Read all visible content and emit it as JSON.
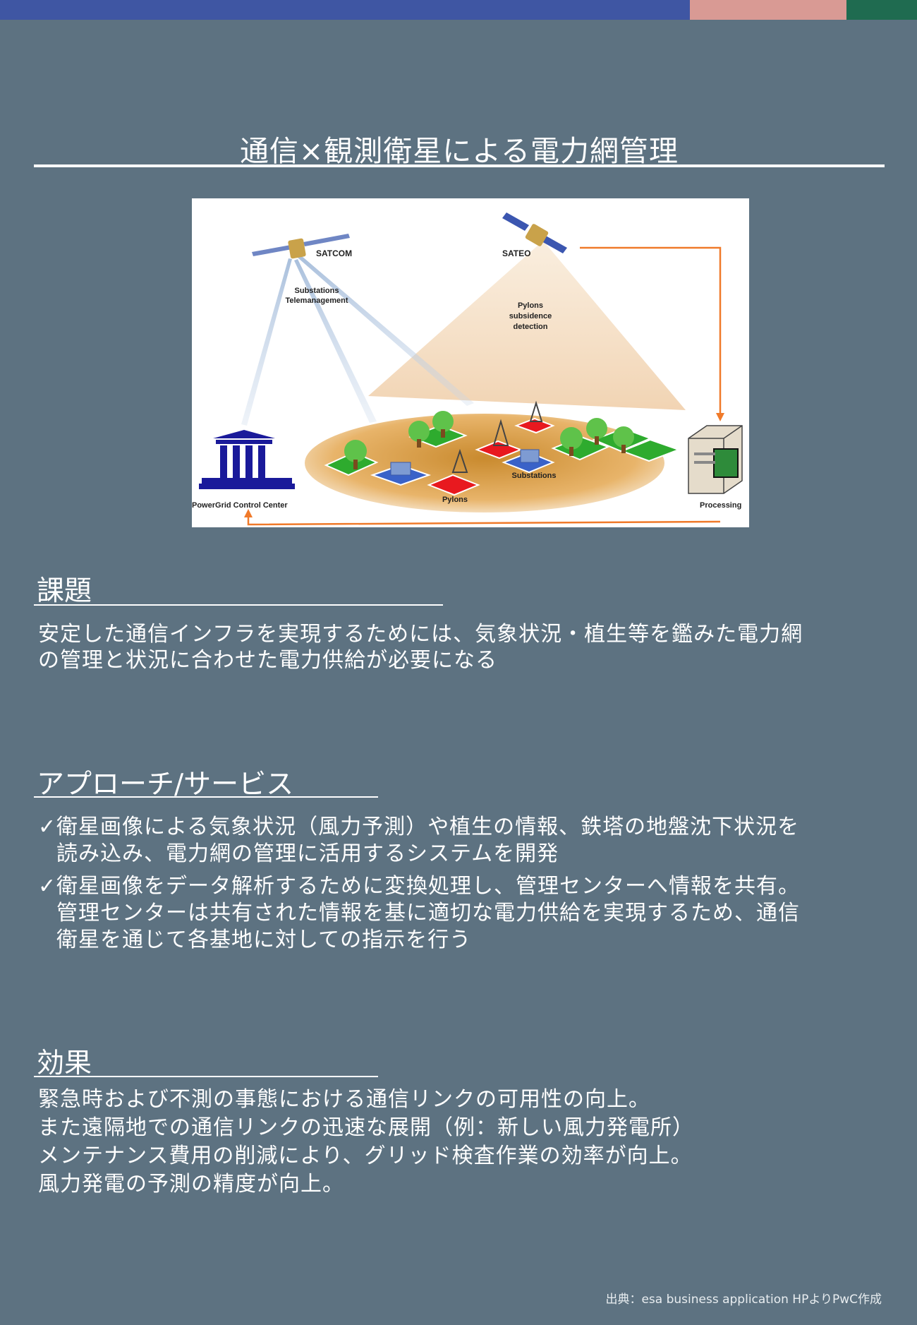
{
  "colors": {
    "background": "#5d7281",
    "bar_blue": "#3f56a3",
    "bar_pink": "#d99a94",
    "bar_green": "#1f6b50",
    "orange_arrow": "#f07a2a"
  },
  "title": "通信×観測衛星による電力網管理",
  "figure": {
    "satcom": "SATCOM",
    "sateo": "SATEO",
    "substations_tele_1": "Substations",
    "substations_tele_2": "Telemanagement",
    "pylons_1": "Pylons",
    "pylons_2": "subsidence",
    "pylons_3": "detection",
    "control_center": "PowerGrid Control Center",
    "processing": "Processing",
    "substations": "Substations",
    "pylons": "Pylons"
  },
  "challenge": {
    "heading": "課題",
    "lines": [
      "安定した通信インフラを実現するためには、気象状況・植生等を鑑みた電力網",
      "の管理と状況に合わせた電力供給が必要になる"
    ]
  },
  "approach": {
    "heading": "アプローチ/サービス",
    "check": "✓",
    "bullet1": [
      "衛星画像による気象状況（風力予測）や植生の情報、鉄塔の地盤沈下状況を",
      "読み込み、電力網の管理に活用するシステムを開発"
    ],
    "bullet2": [
      "衛星画像をデータ解析するために変換処理し、管理センターへ情報を共有。",
      "管理センターは共有された情報を基に適切な電力供給を実現するため、通信",
      "衛星を通じて各基地に対しての指示を行う"
    ]
  },
  "effect": {
    "heading": "効果",
    "lines": [
      "緊急時および不測の事態における通信リンクの可用性の向上。",
      "また遠隔地での通信リンクの迅速な展開（例：新しい風力発電所）",
      "メンテナンス費用の削減により、グリッド検査作業の効率が向上。",
      "風力発電の予測の精度が向上。"
    ]
  },
  "source": "出典：esa business application HPよりPwC作成"
}
